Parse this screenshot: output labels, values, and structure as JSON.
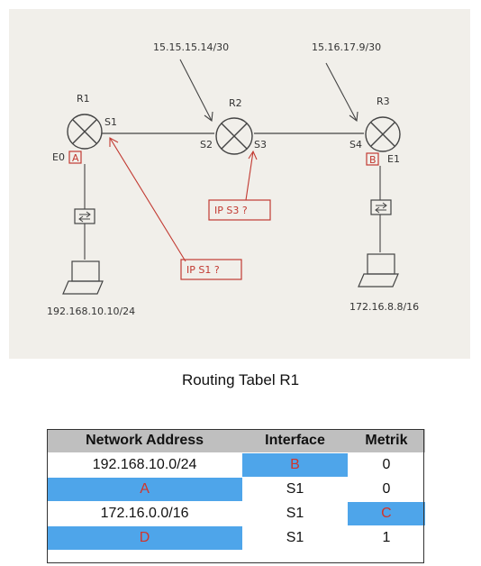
{
  "diagram": {
    "routers": {
      "r1": "R1",
      "r2": "R2",
      "r3": "R3"
    },
    "interfaces": {
      "r1_s1": "S1",
      "r1_e0": "E0",
      "r2_s2": "S2",
      "r2_s3": "S3",
      "r3_s4": "S4",
      "r3_e1": "E1"
    },
    "subnet_labels": {
      "left_link": "15.15.15.14/30",
      "right_link": "15.16.17.9/30"
    },
    "hosts": {
      "left_ip": "192.168.10.10/24",
      "right_ip": "172.16.8.8/16"
    },
    "red_boxes": {
      "box_a": "A",
      "box_b": "B",
      "ip_s3": "IP S3 ?",
      "ip_s1": "IP S1 ?"
    }
  },
  "table": {
    "title": "Routing Tabel R1",
    "headers": [
      "Network Address",
      "Interface",
      "Metrik"
    ],
    "rows": [
      {
        "network": "192.168.10.0/24",
        "interface": "B",
        "metric": "0"
      },
      {
        "network": "A",
        "interface": "S1",
        "metric": "0"
      },
      {
        "network": "172.16.0.0/16",
        "interface": "S1",
        "metric": "C"
      },
      {
        "network": "D",
        "interface": "S1",
        "metric": "1"
      }
    ]
  },
  "colors": {
    "paper": "#f1efea",
    "ink": "#333333",
    "red_ink": "#c23a32",
    "highlight": "#4ea5ea",
    "header": "#bfbfbf"
  }
}
